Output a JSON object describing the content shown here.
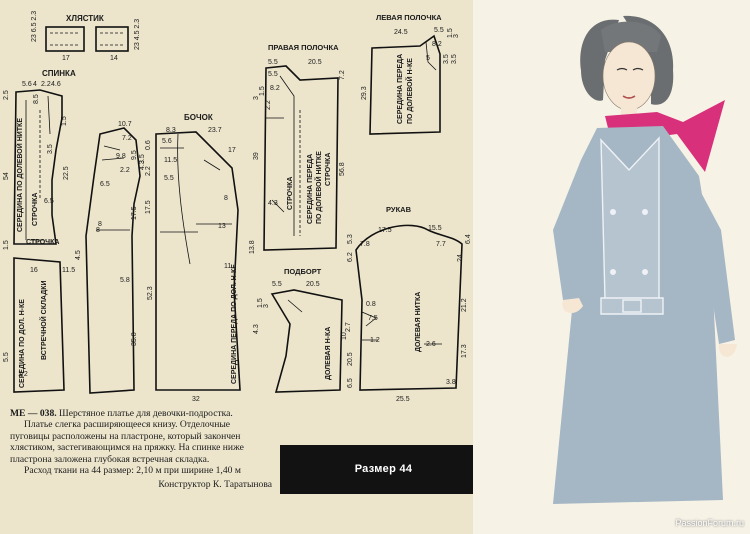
{
  "colors": {
    "paper": "#ece5cc",
    "ink": "#1a1a1a",
    "accent_magenta": "#de2c7c",
    "dress_grey": "#a5b6c4",
    "size_bar": "#121212"
  },
  "pieces": {
    "tab": {
      "title": "ХЛЯСТИК",
      "dims": [
        "23 6.5 2.3",
        "17",
        "14",
        "23 4.5 2.3"
      ]
    },
    "back": {
      "title": "СПИНКА",
      "dims": [
        "5.6",
        "4",
        "2.2",
        "4.6",
        "2.5",
        "8.5",
        "1.5",
        "6.5",
        "22.5",
        "54",
        "3.5",
        "1.5",
        "16",
        "11.5",
        "5.5"
      ],
      "text": [
        "СЕРЕДИНА ПО ДОЛЕВОЙ НИТКЕ",
        "СТРОЧКА",
        "СТРОЧКА",
        "СЕРЕДИНА ПО ДОЛ. Н-КЕ",
        "ВСТРЕЧНОЙ СКЛАДКИ",
        "1/2"
      ]
    },
    "side": {
      "title": "БОЧОК",
      "dims": [
        "10.7",
        "7.2",
        "9.8",
        "2.2",
        "8",
        "5.8",
        "17.5",
        "9.5",
        "6.5",
        "4.3",
        "35.8",
        "52.3",
        "8",
        "4.5"
      ]
    },
    "front_panel": {
      "dims": [
        "8.3",
        "23.7",
        "5.6",
        "11.5",
        "5.5",
        "17",
        "0.6",
        "3.5",
        "2.2",
        "8",
        "13",
        "11",
        "17.5",
        "13.8",
        "32"
      ],
      "text": [
        "СЕРЕДИНА ПЕРЕДА ПО ДОЛ. Н-КЕ"
      ]
    },
    "right_front": {
      "title": "ПРАВАЯ ПОЛОЧКА",
      "dims": [
        "5.5",
        "8.2",
        "20.5",
        "5.5",
        "3",
        "1.5",
        "2.2",
        "4.3",
        "7.2",
        "39",
        "56.8"
      ],
      "text": [
        "СТРОЧКА",
        "СЕРЕДИНА ПЕРЕДА",
        "ПО ДОЛЕВОЙ НИТКЕ",
        "СТРОЧКА"
      ]
    },
    "left_front": {
      "title": "ЛЕВАЯ ПОЛОЧКА",
      "dims": [
        "24.5",
        "5.5",
        "8.2",
        "1.5",
        "3",
        "3.5",
        "3.5",
        "29.3",
        "5"
      ],
      "text": [
        "СЕРЕДИНА ПЕРЕДА",
        "ПО ДОЛЕВОЙ Н-КЕ"
      ]
    },
    "facing": {
      "title": "ПОДБОРТ",
      "dims": [
        "5.5",
        "20.5",
        "1.5",
        "3",
        "4.3",
        "10"
      ],
      "text": [
        "ДОЛЕВАЯ Н-КА"
      ]
    },
    "sleeve": {
      "title": "РУКАВ",
      "dims": [
        "17.5",
        "15.5",
        "7.8",
        "7.7",
        "5.3",
        "6.2",
        "6.4",
        "24",
        "0.8",
        "7.5",
        "2.7",
        "1.2",
        "20.5",
        "2.6",
        "21.2",
        "17.3",
        "3.8",
        "6.5",
        "25.5"
      ],
      "text": [
        "ДОЛЕВАЯ НИТКА"
      ]
    }
  },
  "caption": {
    "code": "МЕ — 038.",
    "line1": "Шерстяное платье для девочки-подростка.",
    "para2": "Платье слегка расширяющееся книзу. Отделочные пуговицы расположены на пластроне, который закончен хлястиком, застегивающимся на пряжку. На спинке ниже пластрона заложена глубокая встречная складка.",
    "para3": "Расход ткани на 44 размер: 2,10 м при ширине 1,40 м",
    "designer": "Конструктор К. Таратынова"
  },
  "size_label": "Размер 44",
  "watermark": "PassionForum.ru"
}
